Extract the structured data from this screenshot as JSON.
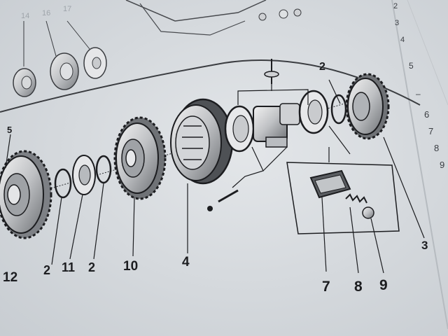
{
  "diagram": {
    "top_callouts": [
      "14",
      "16",
      "17"
    ],
    "assembly_callouts": [
      "5",
      "2",
      "12",
      "2",
      "11",
      "2",
      "10",
      "4",
      "7",
      "8",
      "9",
      "3"
    ],
    "side_column": [
      "2",
      "3",
      "4",
      "5",
      "–",
      "6",
      "7",
      "8",
      "9"
    ]
  },
  "colors": {
    "paper": "#d9dde1",
    "ink": "#1c1d20",
    "line": "#2a2c30"
  },
  "icons": [
    "gear-icon",
    "ring-icon",
    "detent-plate-icon",
    "spring-icon",
    "ball-icon"
  ]
}
